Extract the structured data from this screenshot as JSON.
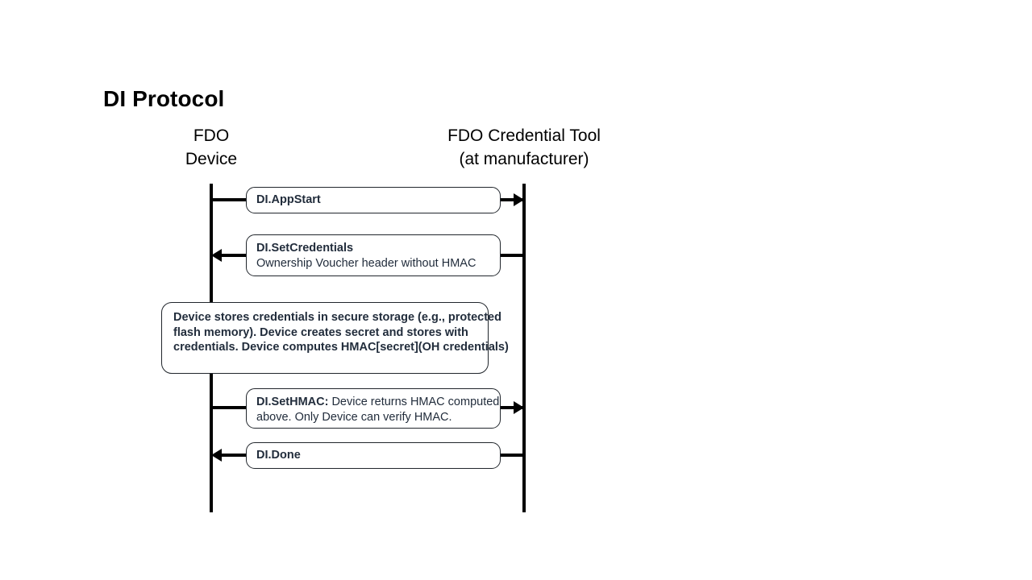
{
  "slide": {
    "title": "DI Protocol",
    "background_color": "#ffffff"
  },
  "diagram": {
    "type": "sequence-diagram",
    "line_color": "#000000",
    "box_border_color": "#21262c",
    "box_text_color": "#222d3c",
    "lifelines": [
      {
        "id": "device",
        "header_line1": "FDO",
        "header_line2": "Device"
      },
      {
        "id": "tool",
        "header_line1": "FDO Credential Tool",
        "header_line2": "(at manufacturer)"
      }
    ],
    "messages": [
      {
        "id": "di-appstart",
        "direction": "right",
        "from": "device",
        "to": "tool",
        "title": "DI.AppStart",
        "body": ""
      },
      {
        "id": "di-setcredentials",
        "direction": "left",
        "from": "tool",
        "to": "device",
        "title": "DI.SetCredentials",
        "body": "Ownership Voucher header without HMAC"
      },
      {
        "id": "di-sethmac",
        "direction": "right",
        "from": "device",
        "to": "tool",
        "title": "DI.SetHMAC:",
        "body_line1": " Device returns HMAC computed",
        "body_line2": "above.  Only Device can verify HMAC."
      },
      {
        "id": "di-done",
        "direction": "left",
        "from": "tool",
        "to": "device",
        "title": "DI.Done",
        "body": ""
      }
    ],
    "note": {
      "id": "device-stores-credentials-note",
      "line1": "Device stores credentials in secure storage (e.g., protected",
      "line2": "flash memory).  Device creates secret and stores with",
      "line3": "credentials.  Device computes HMAC[secret](OH credentials)"
    }
  }
}
